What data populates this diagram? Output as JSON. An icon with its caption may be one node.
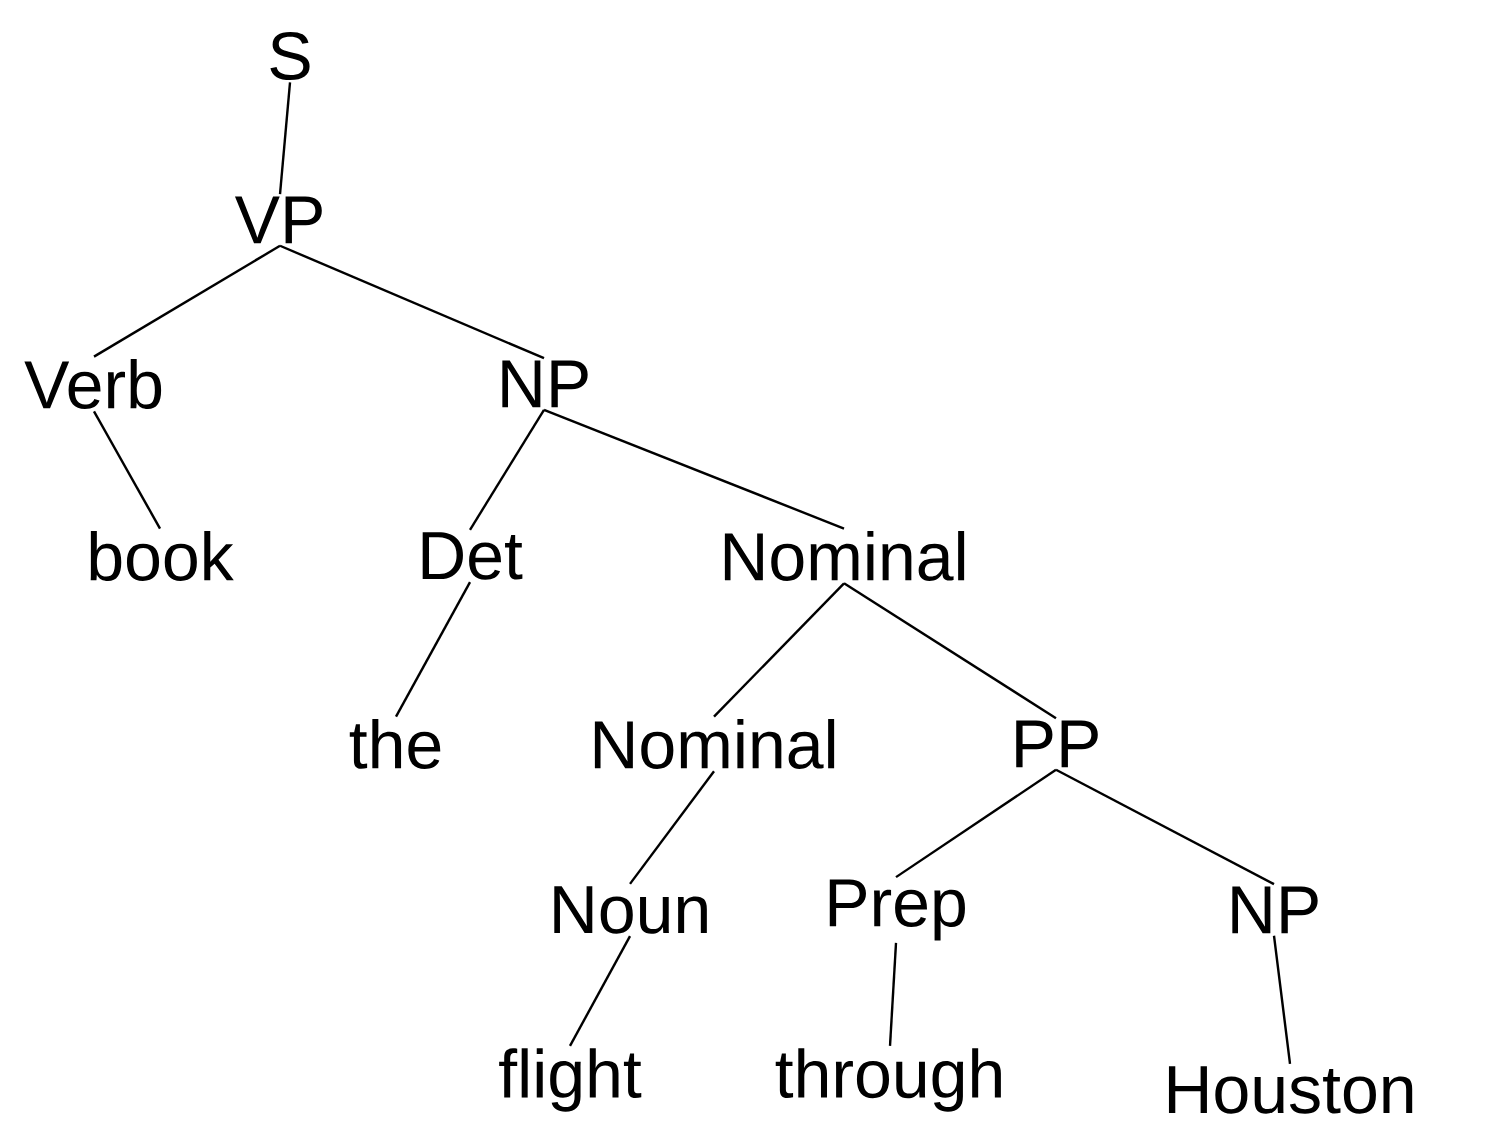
{
  "diagram": {
    "nodes": [
      {
        "text": [
          "S"
        ]
      },
      {
        "text": [
          "VP"
        ]
      },
      {
        "text": [
          "Verb"
        ]
      },
      {
        "text": [
          "NP"
        ]
      },
      {
        "text": [
          "book"
        ]
      },
      {
        "text": [
          "Det"
        ]
      },
      {
        "text": [
          "Nominal"
        ]
      },
      {
        "text": [
          "the"
        ]
      },
      {
        "text": [
          "Nominal"
        ]
      },
      {
        "text": [
          "PP"
        ]
      },
      {
        "text": [
          "Noun"
        ]
      },
      {
        "text": [
          "Prep"
        ]
      },
      {
        "text": [
          "NP"
        ]
      },
      {
        "text": [
          "flight"
        ]
      },
      {
        "text": [
          "through"
        ]
      },
      {
        "text": [
          "Houston"
        ]
      }
    ],
    "edges": [
      {
        "from": 0,
        "to": 1,
        "arrow": "none"
      },
      {
        "from": 1,
        "to": 2,
        "arrow": "none"
      },
      {
        "from": 1,
        "to": 3,
        "arrow": "none"
      },
      {
        "from": 2,
        "to": 4,
        "arrow": "none"
      },
      {
        "from": 3,
        "to": 5,
        "arrow": "none"
      },
      {
        "from": 3,
        "to": 6,
        "arrow": "none"
      },
      {
        "from": 5,
        "to": 7,
        "arrow": "none"
      },
      {
        "from": 6,
        "to": 8,
        "arrow": "none"
      },
      {
        "from": 6,
        "to": 9,
        "arrow": "none"
      },
      {
        "from": 8,
        "to": 10,
        "arrow": "none"
      },
      {
        "from": 9,
        "to": 11,
        "arrow": "none"
      },
      {
        "from": 9,
        "to": 12,
        "arrow": "none"
      },
      {
        "from": 10,
        "to": 13,
        "arrow": "none"
      },
      {
        "from": 11,
        "to": 14,
        "arrow": "none"
      },
      {
        "from": 12,
        "to": 15,
        "arrow": "none"
      }
    ]
  }
}
